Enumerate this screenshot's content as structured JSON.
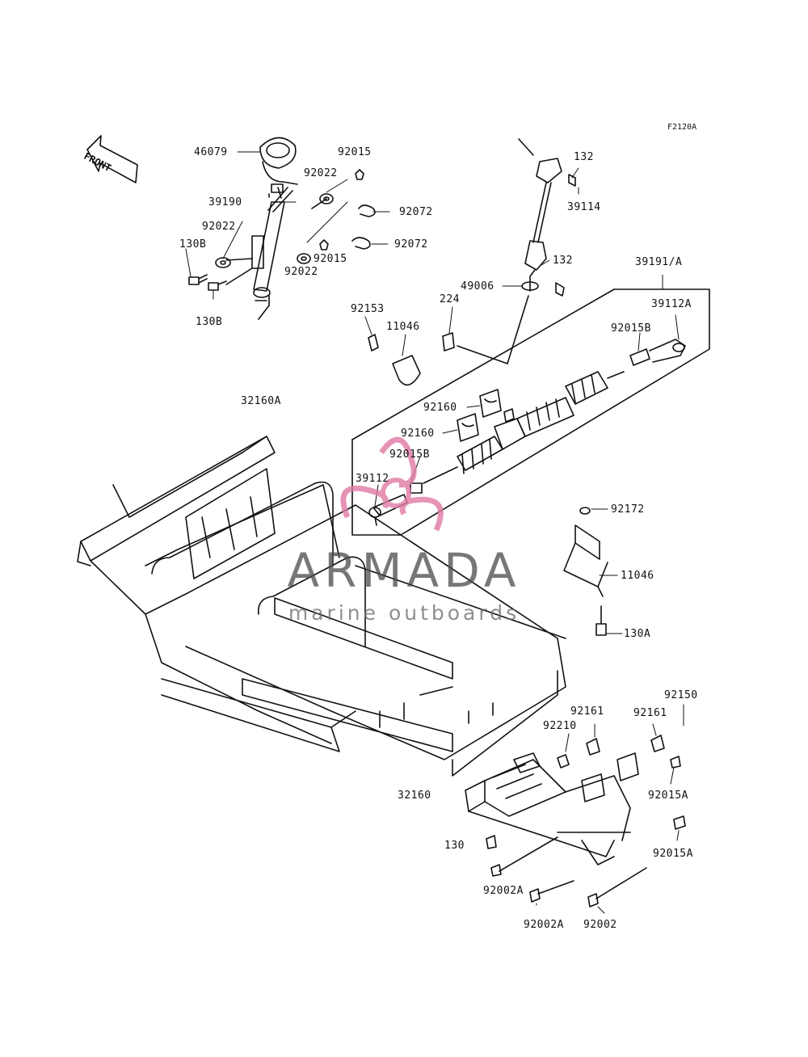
{
  "figure_code": "F2120A",
  "front_label": "FRONT",
  "watermark": {
    "title": "ARMADA",
    "subtitle": "marine outboards",
    "accent_color": "#e07aa4"
  },
  "labels": {
    "p46079": "46079",
    "p92015_top": "92015",
    "p92022_top": "92022",
    "p39190": "39190",
    "p92072_a": "92072",
    "p92022_left": "92022",
    "p130B_top": "130B",
    "p92072_b": "92072",
    "p92015_mid": "92015",
    "p92022_mid": "92022",
    "p130B_bottom": "130B",
    "p132_top": "132",
    "p39114": "39114",
    "p132_mid": "132",
    "p39191A": "39191/A",
    "p49006": "49006",
    "p224": "224",
    "p39112A": "39112A",
    "p92153": "92153",
    "p11046_top": "11046",
    "p92015B_right": "92015B",
    "p32160A": "32160A",
    "p92160_a": "92160",
    "p92160_b": "92160",
    "p92015B_left": "92015B",
    "p39112": "39112",
    "p92172": "92172",
    "p11046_right": "11046",
    "p130A": "130A",
    "p92150": "92150",
    "p92161_a": "92161",
    "p92161_b": "92161",
    "p92210": "92210",
    "p32160": "32160",
    "p92015A_a": "92015A",
    "p130": "130",
    "p92015A_b": "92015A",
    "p92002A_a": "92002A",
    "p92002A_b": "92002A",
    "p92002": "92002"
  }
}
